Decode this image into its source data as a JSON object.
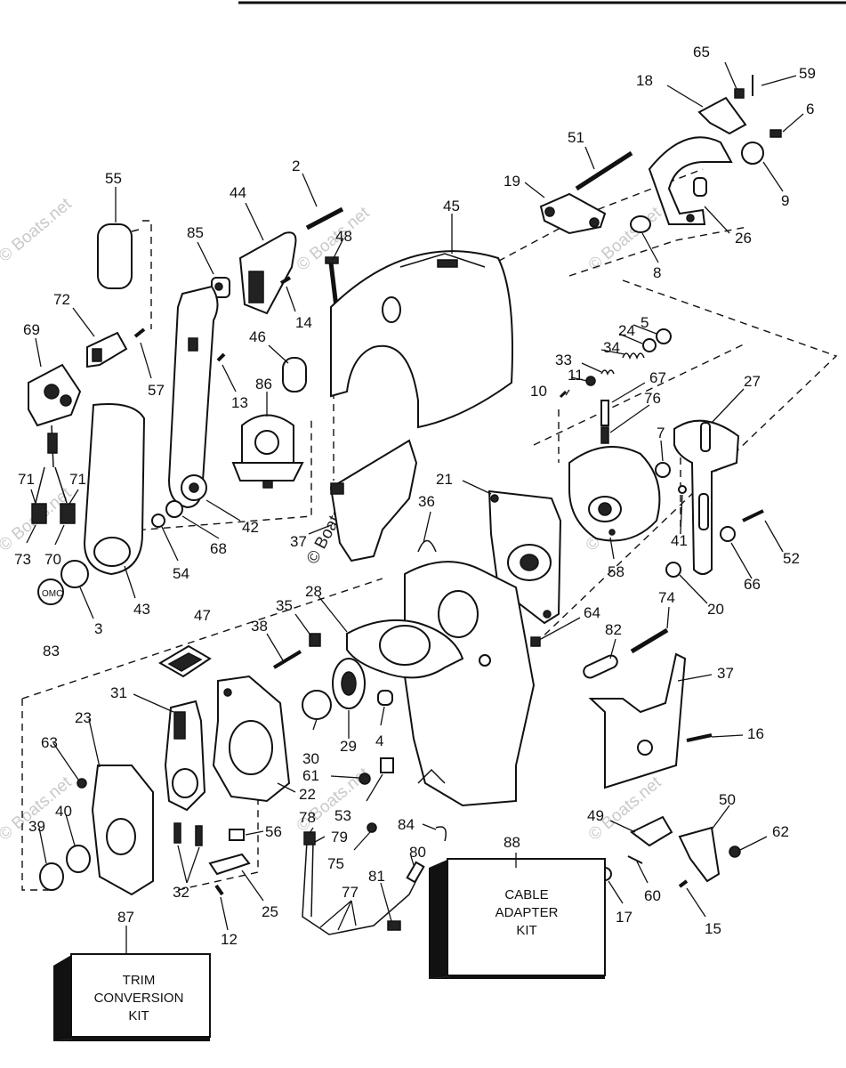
{
  "watermark": "© Boats.net",
  "labels": {
    "p2": "2",
    "p3": "3",
    "p4": "4",
    "p5": "5",
    "p6": "6",
    "p7": "7",
    "p8": "8",
    "p9": "9",
    "p10": "10",
    "p11": "11",
    "p12": "12",
    "p13": "13",
    "p14": "14",
    "p15": "15",
    "p16": "16",
    "p17": "17",
    "p18": "18",
    "p19": "19",
    "p20": "20",
    "p21": "21",
    "p22": "22",
    "p23": "23",
    "p24": "24",
    "p25": "25",
    "p26": "26",
    "p27": "27",
    "p28": "28",
    "p29": "29",
    "p30": "30",
    "p31": "31",
    "p32": "32",
    "p33": "33",
    "p34": "34",
    "p35": "35",
    "p36": "36",
    "p37": "37",
    "p38": "38",
    "p39": "39",
    "p40": "40",
    "p41": "41",
    "p42": "42",
    "p43": "43",
    "p44": "44",
    "p45": "45",
    "p46": "46",
    "p47": "47",
    "p48": "48",
    "p49": "49",
    "p50": "50",
    "p51": "51",
    "p52": "52",
    "p53": "53",
    "p54": "54",
    "p55": "55",
    "p56": "56",
    "p57": "57",
    "p58": "58",
    "p59": "59",
    "p60": "60",
    "p61": "61",
    "p62": "62",
    "p63": "63",
    "p64": "64",
    "p65": "65",
    "p66": "66",
    "p67": "67",
    "p68": "68",
    "p69": "69",
    "p70": "70",
    "p71": "71",
    "p72": "72",
    "p73": "73",
    "p74": "74",
    "p75": "75",
    "p76": "76",
    "p77": "77",
    "p78": "78",
    "p79": "79",
    "p80": "80",
    "p81": "81",
    "p82": "82",
    "p83": "83",
    "p84": "84",
    "p85": "85",
    "p86": "86",
    "p87": "87",
    "p88": "88"
  },
  "kits": {
    "cable_adapter": {
      "line1": "CABLE",
      "line2": "ADAPTER",
      "line3": "KIT"
    },
    "trim_conversion": {
      "line1": "TRIM",
      "line2": "CONVERSION",
      "line3": "KIT"
    }
  },
  "omc_badge": "OMC"
}
